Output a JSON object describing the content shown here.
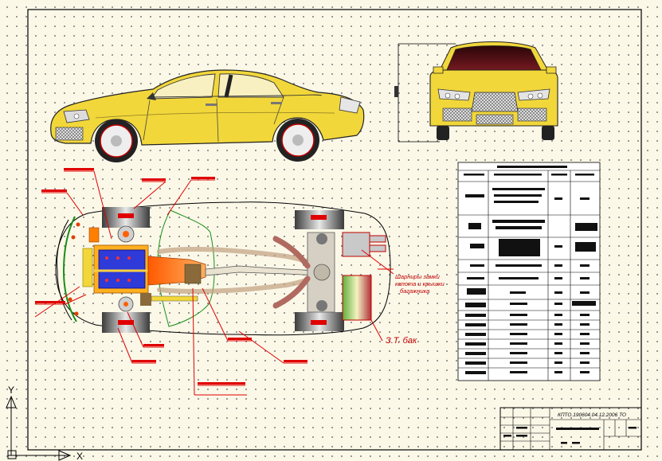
{
  "drawing": {
    "fuel_tank_label": "З.Т. бак",
    "hinges_label_lines": [
      "Шарниры замки",
      "капота и крышки",
      "багажника"
    ],
    "title_block_code": "КПТО.190604.04.12.2006 ТО"
  },
  "ucs": {
    "y_axis": "Y",
    "x_axis": "X"
  },
  "colors": {
    "paper": "#fbf8e8",
    "car_body": "#f2d73b",
    "annotation_red": "#e00000",
    "engine_blue": "#2e3bd8",
    "tank_green": "#2a8f2a"
  }
}
